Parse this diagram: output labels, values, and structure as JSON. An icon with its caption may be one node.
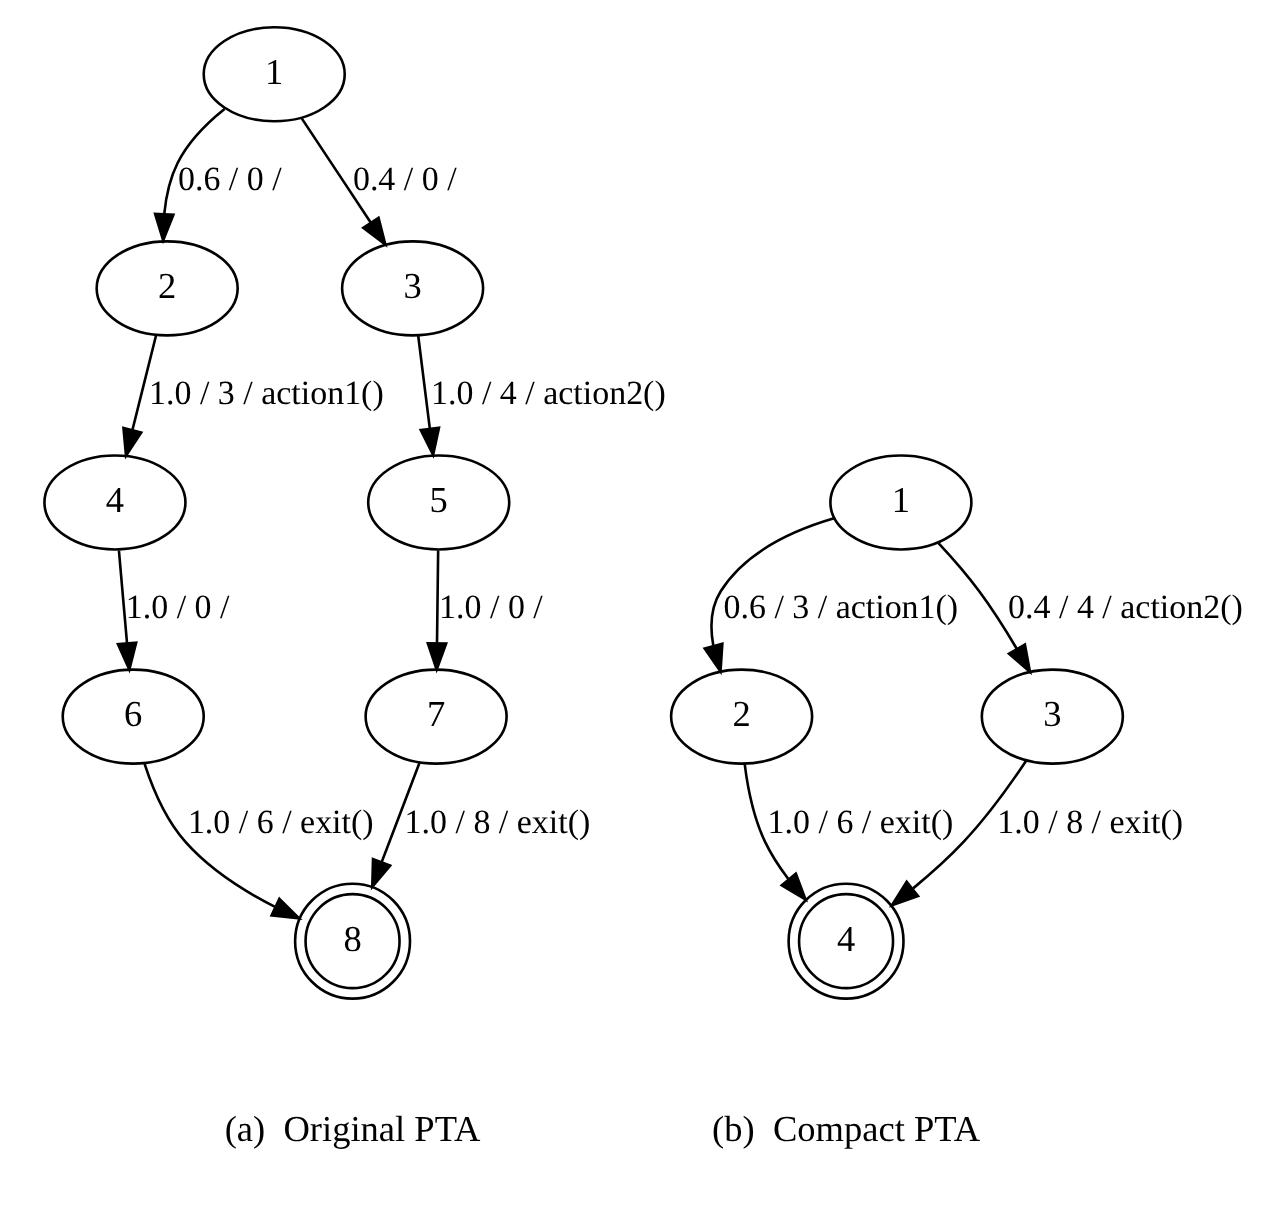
{
  "diagram": {
    "nodes": [
      {
        "text": [
          "1"
        ]
      },
      {
        "text": [
          "2"
        ]
      },
      {
        "text": [
          "3"
        ]
      },
      {
        "text": [
          "4"
        ]
      },
      {
        "text": [
          "5"
        ]
      },
      {
        "text": [
          "6"
        ]
      },
      {
        "text": [
          "7"
        ]
      },
      {
        "text": [
          "8"
        ]
      },
      {
        "text": [
          "1"
        ]
      },
      {
        "text": [
          "2"
        ]
      },
      {
        "text": [
          "3"
        ]
      },
      {
        "text": [
          "4"
        ]
      }
    ],
    "edges": [
      {
        "from": 0,
        "to": 1,
        "arrow": "to",
        "label": "0.6 / 0 /"
      },
      {
        "from": 0,
        "to": 2,
        "arrow": "to",
        "label": "0.4 / 0 /"
      },
      {
        "from": 1,
        "to": 3,
        "arrow": "to",
        "label": "1.0 / 3 / action1()"
      },
      {
        "from": 2,
        "to": 4,
        "arrow": "to",
        "label": "1.0 / 4 / action2()"
      },
      {
        "from": 3,
        "to": 5,
        "arrow": "to",
        "label": "1.0 / 0 /"
      },
      {
        "from": 4,
        "to": 6,
        "arrow": "to",
        "label": "1.0 / 0 /"
      },
      {
        "from": 5,
        "to": 7,
        "arrow": "to",
        "label": "1.0 / 6 / exit()"
      },
      {
        "from": 6,
        "to": 7,
        "arrow": "to",
        "label": "1.0 / 8 / exit()"
      },
      {
        "from": 8,
        "to": 9,
        "arrow": "to",
        "label": "0.6 / 3 / action1()"
      },
      {
        "from": 8,
        "to": 10,
        "arrow": "to",
        "label": "0.4 / 4 / action2()"
      },
      {
        "from": 9,
        "to": 11,
        "arrow": "to",
        "label": "1.0 / 6 / exit()"
      },
      {
        "from": 10,
        "to": 11,
        "arrow": "to",
        "label": "1.0 / 8 / exit()"
      }
    ],
    "labels": [
      "(a)  Original PTA",
      "(b)  Compact PTA"
    ]
  }
}
